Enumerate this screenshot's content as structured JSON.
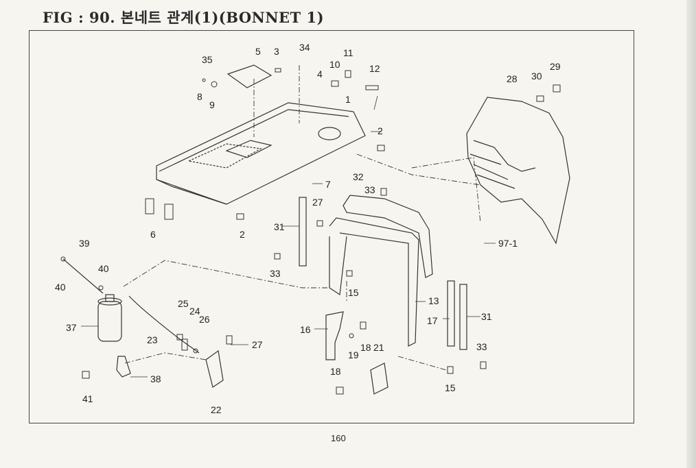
{
  "header": {
    "title": "FIG : 90. 본네트 관계(1)(BONNET 1)"
  },
  "footer": {
    "page_number": "160"
  },
  "callouts": {
    "c35": "35",
    "c5": "5",
    "c3": "3",
    "c34": "34",
    "c11": "11",
    "c10": "10",
    "c12": "12",
    "c8": "8",
    "c9": "9",
    "c4": "4",
    "c1": "1",
    "c2a": "2",
    "c28": "28",
    "c30": "30",
    "c29": "29",
    "c7": "7",
    "c32": "32",
    "c33a": "33",
    "c27a": "27",
    "c31a": "31",
    "c6": "6",
    "c2b": "2",
    "c97": "97-1",
    "c39": "39",
    "c40a": "40",
    "c40b": "40",
    "c33b": "33",
    "c15a": "15",
    "c13": "13",
    "c25": "25",
    "c24": "24",
    "c26": "26",
    "c37": "37",
    "c23": "23",
    "c16": "16",
    "c17": "17",
    "c31b": "31",
    "c27b": "27",
    "c18a": "18",
    "c21": "21",
    "c19": "19",
    "c33c": "33",
    "c38": "38",
    "c18b": "18",
    "c15b": "15",
    "c41": "41",
    "c22": "22"
  }
}
